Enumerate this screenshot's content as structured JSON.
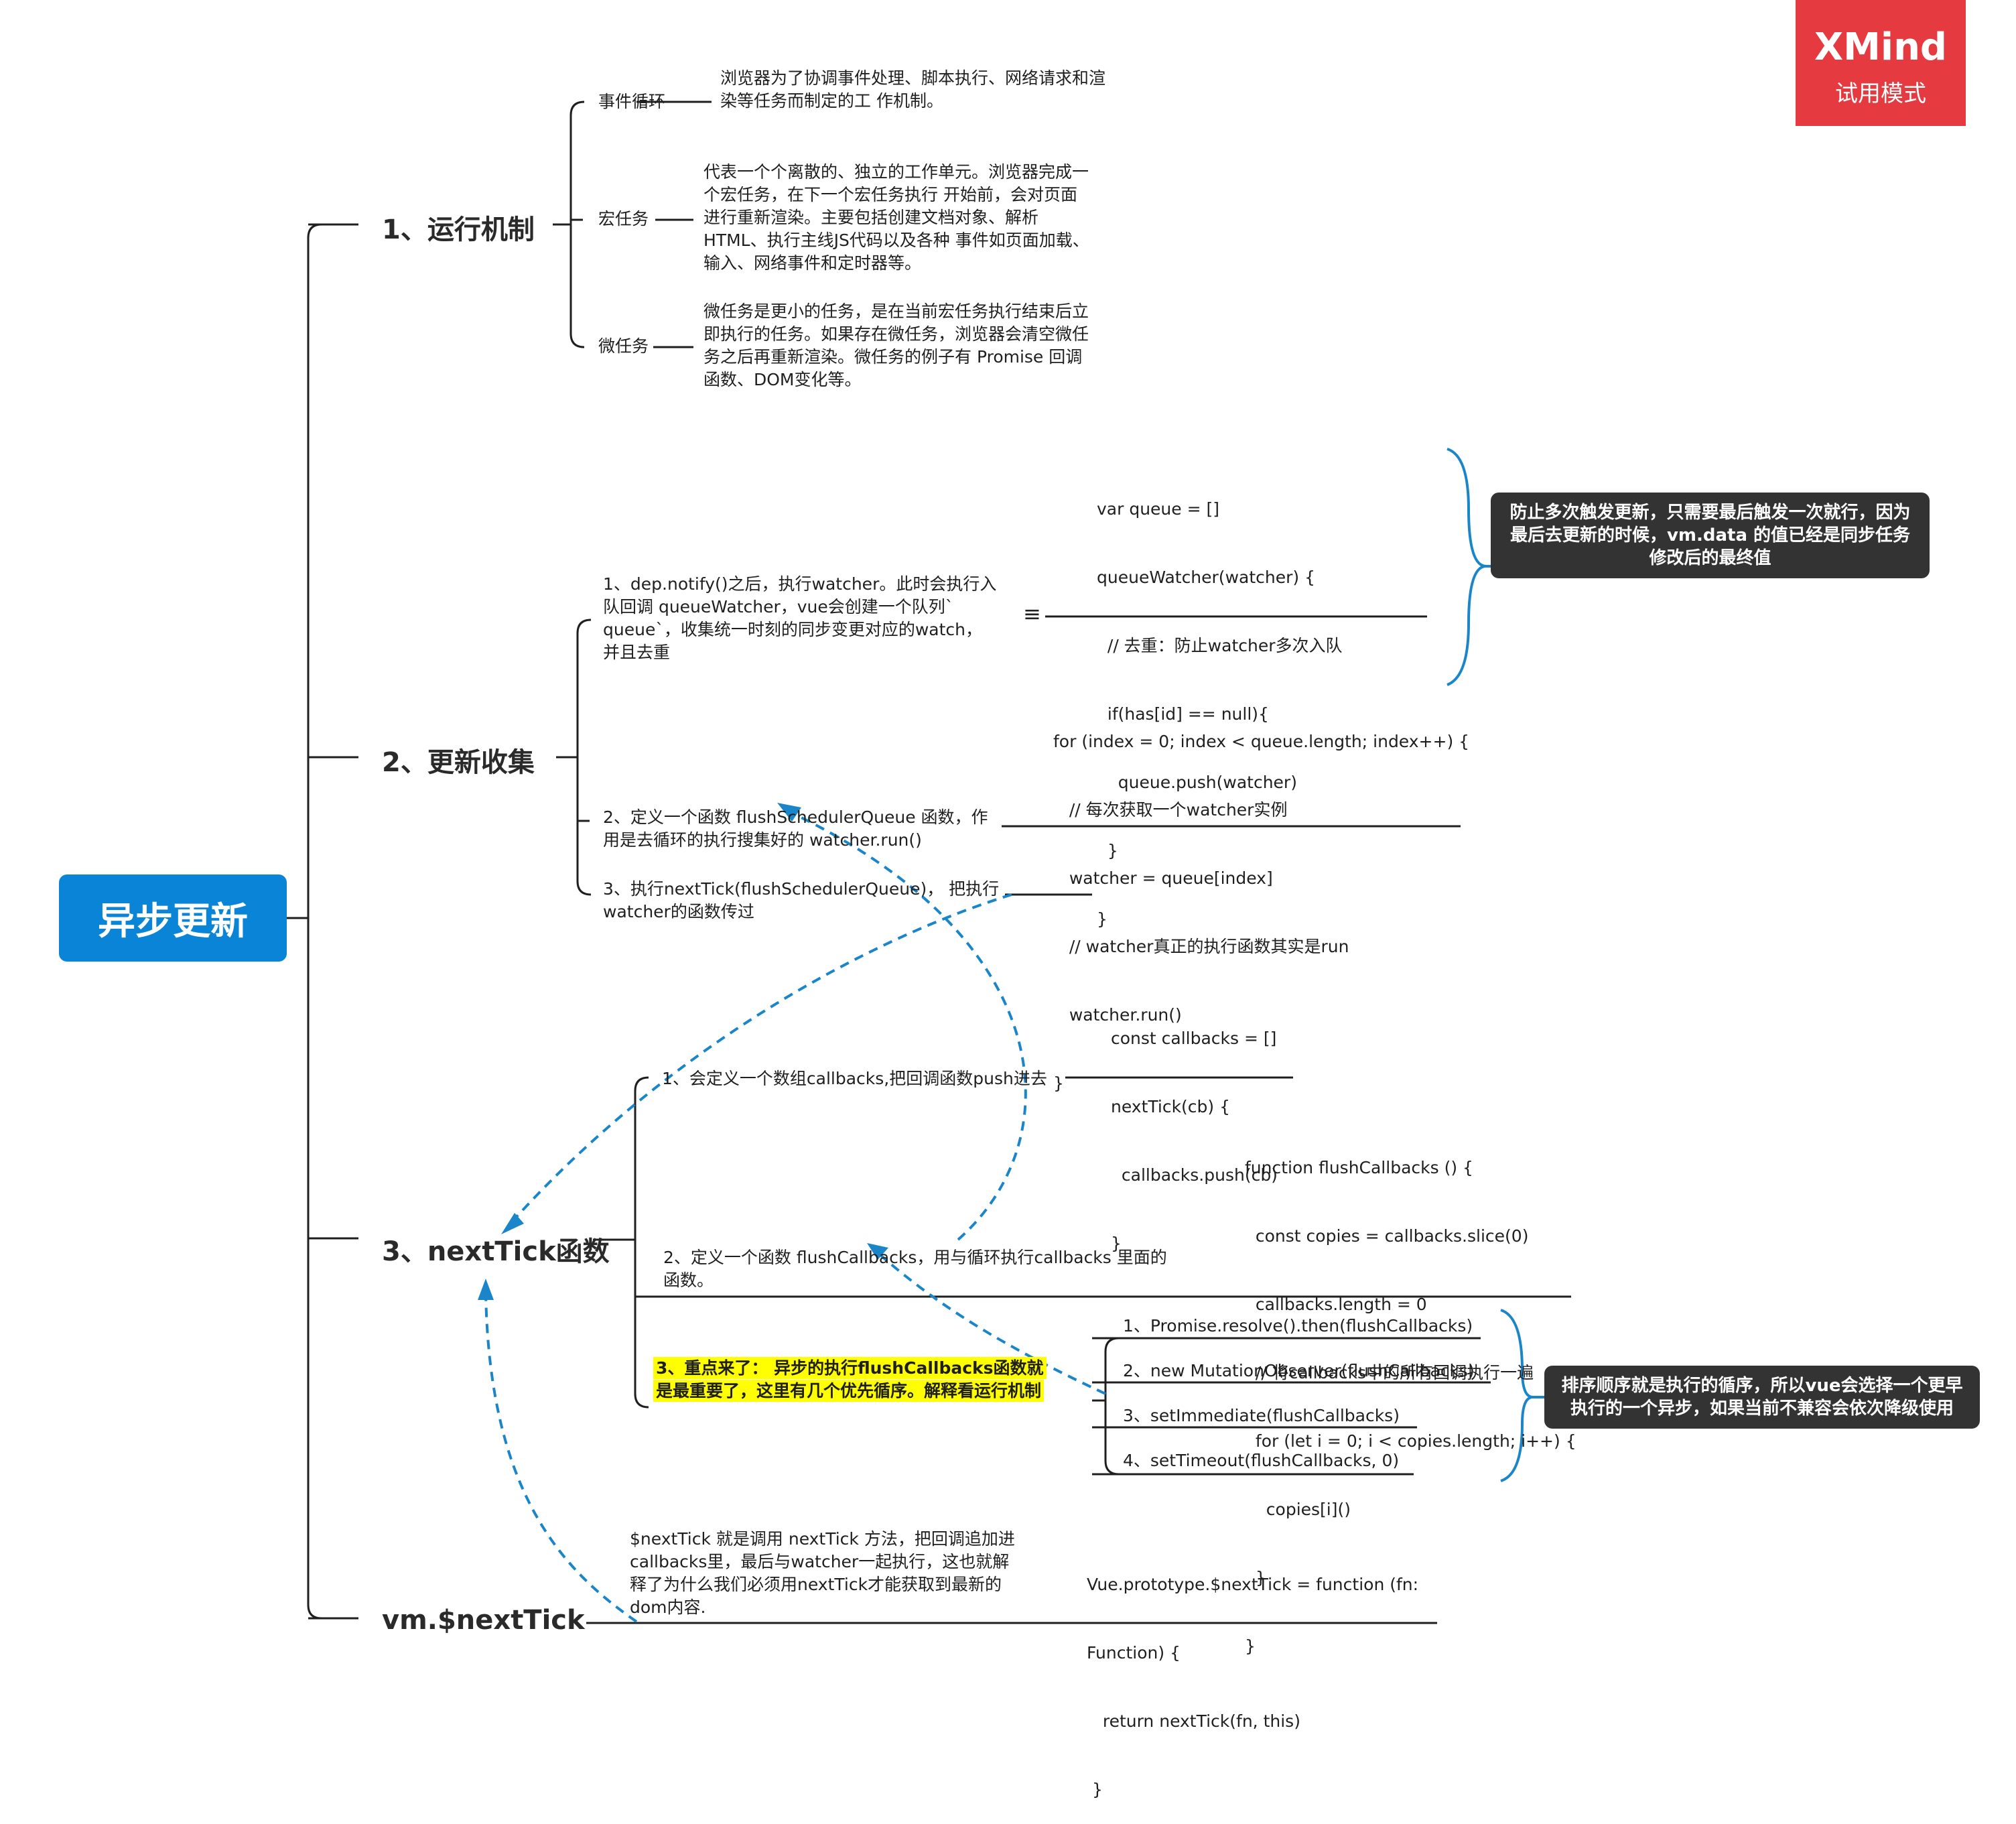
{
  "watermark": {
    "brand": "XMind",
    "mode": "试用模式"
  },
  "root": "异步更新",
  "branches": {
    "b1": {
      "title": "1、运行机制",
      "items": [
        {
          "label": "事件循环",
          "desc": [
            "浏览器为了协调事件处理、脚本执行、网络请求和渲",
            "染等任务而制定的工 作机制。"
          ]
        },
        {
          "label": "宏任务",
          "desc": [
            "代表一个个离散的、独立的工作单元。浏览器完成一",
            "个宏任务，在下一个宏任务执行 开始前，会对页面",
            "进行重新渲染。主要包括创建文档对象、解析",
            "HTML、执行主线JS代码以及各种 事件如页面加载、",
            "输入、网络事件和定时器等。"
          ]
        },
        {
          "label": "微任务",
          "desc": [
            "微任务是更小的任务，是在当前宏任务执行结束后立",
            "即执行的任务。如果存在微任务，浏览器会清空微任",
            "务之后再重新渲染。微任务的例子有 Promise 回调",
            "函数、DOM变化等。"
          ]
        }
      ]
    },
    "b2": {
      "title": "2、更新收集",
      "items": [
        {
          "text": [
            "1、dep.notify()之后，执行watcher。此时会执行入",
            "队回调 queueWatcher，vue会创建一个队列`",
            "queue`，收集统一时刻的同步变更对应的watch，",
            "并且去重"
          ],
          "note_icon": "≡",
          "code": [
            "var queue = []",
            "queueWatcher(watcher) {",
            "  // 去重：防止watcher多次入队",
            "  if(has[id] == null){",
            "    queue.push(watcher)",
            "  }",
            "}"
          ],
          "callout": [
            "防止多次触发更新，只需要最后触发一次就行，因为",
            "最后去更新的时候，vm.data 的值已经是同步任务",
            "修改后的最终值"
          ]
        },
        {
          "text": [
            "2、定义一个函数 flushSchedulerQueue 函数，作",
            "用是去循环的执行搜集好的 watcher.run()"
          ],
          "code": [
            "for (index = 0; index < queue.length; index++) {",
            "   // 每次获取一个watcher实例",
            "   watcher = queue[index]",
            "   // watcher真正的执行函数其实是run",
            "   watcher.run()",
            "}"
          ]
        },
        {
          "text": [
            "3、执行nextTick(flushSchedulerQueue)， 把执行",
            "watcher的函数传过"
          ]
        }
      ]
    },
    "b3": {
      "title": "3、nextTick函数",
      "items": [
        {
          "text": [
            "1、会定义一个数组callbacks,把回调函数push进去"
          ],
          "code": [
            "const callbacks = []",
            "nextTick(cb) {",
            "  callbacks.push(cb)",
            "}"
          ]
        },
        {
          "text": [
            "2、定义一个函数 flushCallbacks，用与循环执行callbacks 里面的",
            "函数。"
          ],
          "code": [
            "function flushCallbacks () {",
            "  const copies = callbacks.slice(0)",
            "  callbacks.length = 0",
            "  // 将callbacks中的所有回调执行一遍",
            "  for (let i = 0; i < copies.length; i++) {",
            "    copies[i]()",
            "  }",
            "}"
          ]
        },
        {
          "text": [
            "3、重点来了： 异步的执行flushCallbacks函数就",
            "是最重要了，这里有几个优先循序。解释看运行机制"
          ],
          "options": [
            "1、Promise.resolve().then(flushCallbacks)",
            "2、new MutationObserver(flushCallbacks)",
            "3、setImmediate(flushCallbacks)",
            "4、setTimeout(flushCallbacks, 0)"
          ],
          "callout": [
            "排序顺序就是执行的循序，所以vue会选择一个更早",
            "执行的一个异步，如果当前不兼容会依次降级使用"
          ]
        }
      ]
    },
    "b4": {
      "title": "vm.$nextTick",
      "text": [
        "$nextTick 就是调用 nextTick 方法，把回调追加进",
        "callbacks里，最后与watcher一起执行，这也就解",
        "释了为什么我们必须用nextTick才能获取到最新的",
        "dom内容."
      ],
      "code": [
        "Vue.prototype.$nextTick = function (fn:",
        "Function) {",
        "   return nextTick(fn, this)",
        " }"
      ]
    }
  },
  "colors": {
    "root": "#0a84d6",
    "relationship": "#1a86c9",
    "callout": "#333333",
    "highlight": "#ffff00",
    "watermark": "#e53a3f",
    "line": "#1f1f1f"
  }
}
